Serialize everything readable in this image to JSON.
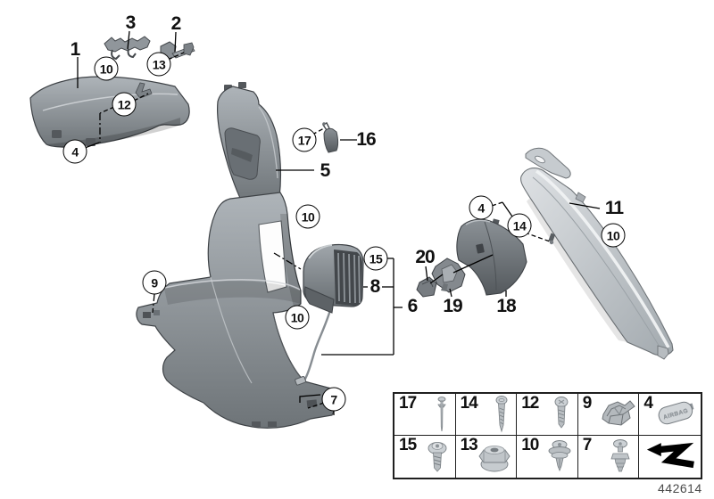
{
  "figure_code": "442614",
  "callouts": {
    "plain": [
      {
        "label": "1"
      },
      {
        "label": "3"
      },
      {
        "label": "2"
      },
      {
        "label": "16"
      },
      {
        "label": "5"
      },
      {
        "label": "8"
      },
      {
        "label": "6"
      },
      {
        "label": "20"
      },
      {
        "label": "19"
      },
      {
        "label": "18"
      },
      {
        "label": "11"
      }
    ],
    "circled": [
      {
        "label": "10"
      },
      {
        "label": "13"
      },
      {
        "label": "12"
      },
      {
        "label": "4"
      },
      {
        "label": "17"
      },
      {
        "label": "10"
      },
      {
        "label": "9"
      },
      {
        "label": "10"
      },
      {
        "label": "15"
      },
      {
        "label": "7"
      },
      {
        "label": "4"
      },
      {
        "label": "14"
      },
      {
        "label": "10"
      }
    ]
  },
  "legend": {
    "airbag_label": "AIRBAG",
    "cells": [
      {
        "number": "17",
        "icon": "pin-rivet-icon"
      },
      {
        "number": "14",
        "icon": "long-screw-icon"
      },
      {
        "number": "12",
        "icon": "pan-head-screw-icon"
      },
      {
        "number": "9",
        "icon": "spring-clamp-icon"
      },
      {
        "number": "4",
        "icon": "airbag-emblem-icon"
      },
      {
        "number": "15",
        "icon": "washer-head-screw-icon"
      },
      {
        "number": "13",
        "icon": "flange-nut-icon"
      },
      {
        "number": "10",
        "icon": "grommet-clip-icon"
      },
      {
        "number": "7",
        "icon": "expansion-rivet-icon"
      },
      {
        "number": "",
        "icon": "next-diagram-arrow-icon"
      }
    ]
  }
}
